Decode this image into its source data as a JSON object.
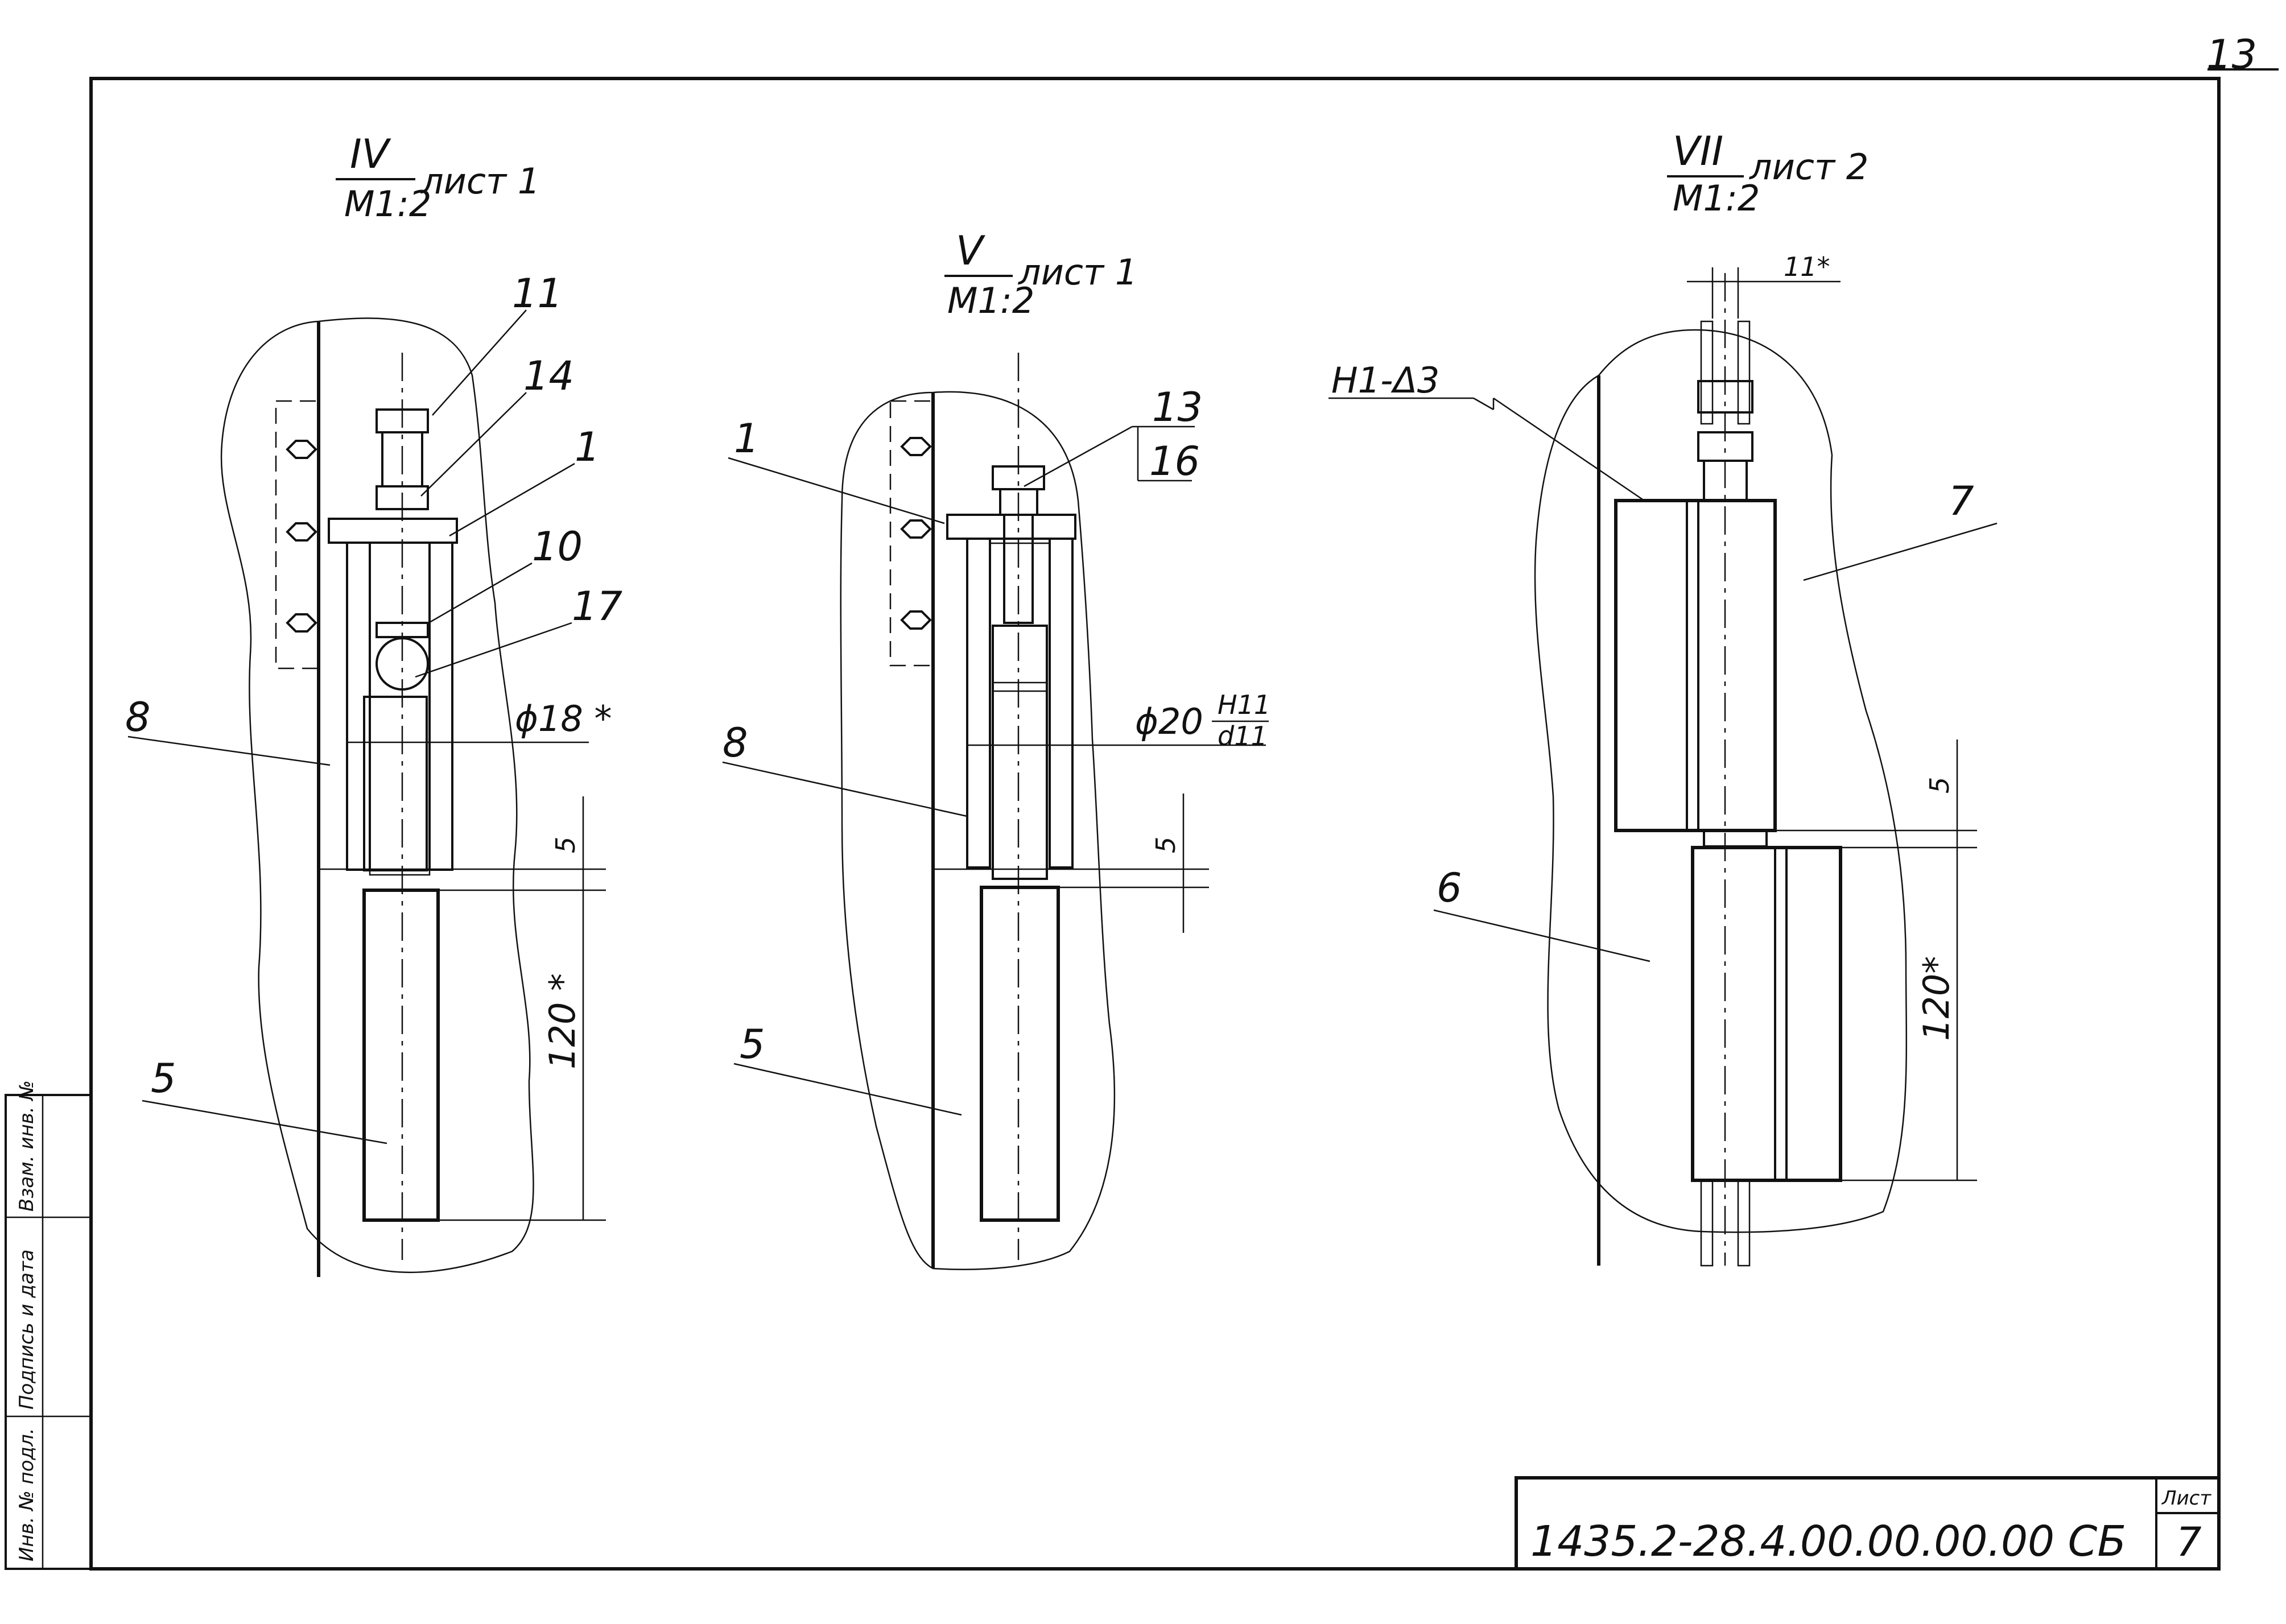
{
  "sheet_number": "13",
  "views": [
    {
      "id": "IV",
      "scale": "М1:2",
      "sheet_ref": "лист 1"
    },
    {
      "id": "V",
      "scale": "М1:2",
      "sheet_ref": "лист 1"
    },
    {
      "id": "VII",
      "scale": "М1:2",
      "sheet_ref": "лист 2"
    }
  ],
  "view_iv": {
    "callouts": [
      "11",
      "14",
      "1",
      "10",
      "17",
      "8",
      "5"
    ],
    "dims": {
      "diameter": "ϕ18 *",
      "gap": "5",
      "length": "120 *"
    }
  },
  "view_v": {
    "callouts": [
      "13",
      "16",
      "1",
      "8",
      "5"
    ],
    "dims": {
      "diameter": "ϕ20",
      "fit_top": "H11",
      "fit_bottom": "d11",
      "gap": "5"
    }
  },
  "view_vii": {
    "callouts": [
      "7",
      "6"
    ],
    "weld": "Н1-Δ3",
    "dims": {
      "width": "11*",
      "gap": "5",
      "length": "120*"
    }
  },
  "side_stamp": [
    "Инв. № подл.",
    "Подпись и дата",
    "Взам. инв. №"
  ],
  "title_block": {
    "code": "1435.2-28.4.00.00.00.00 СБ",
    "sheet_label": "Лист",
    "sheet_value": "7"
  }
}
